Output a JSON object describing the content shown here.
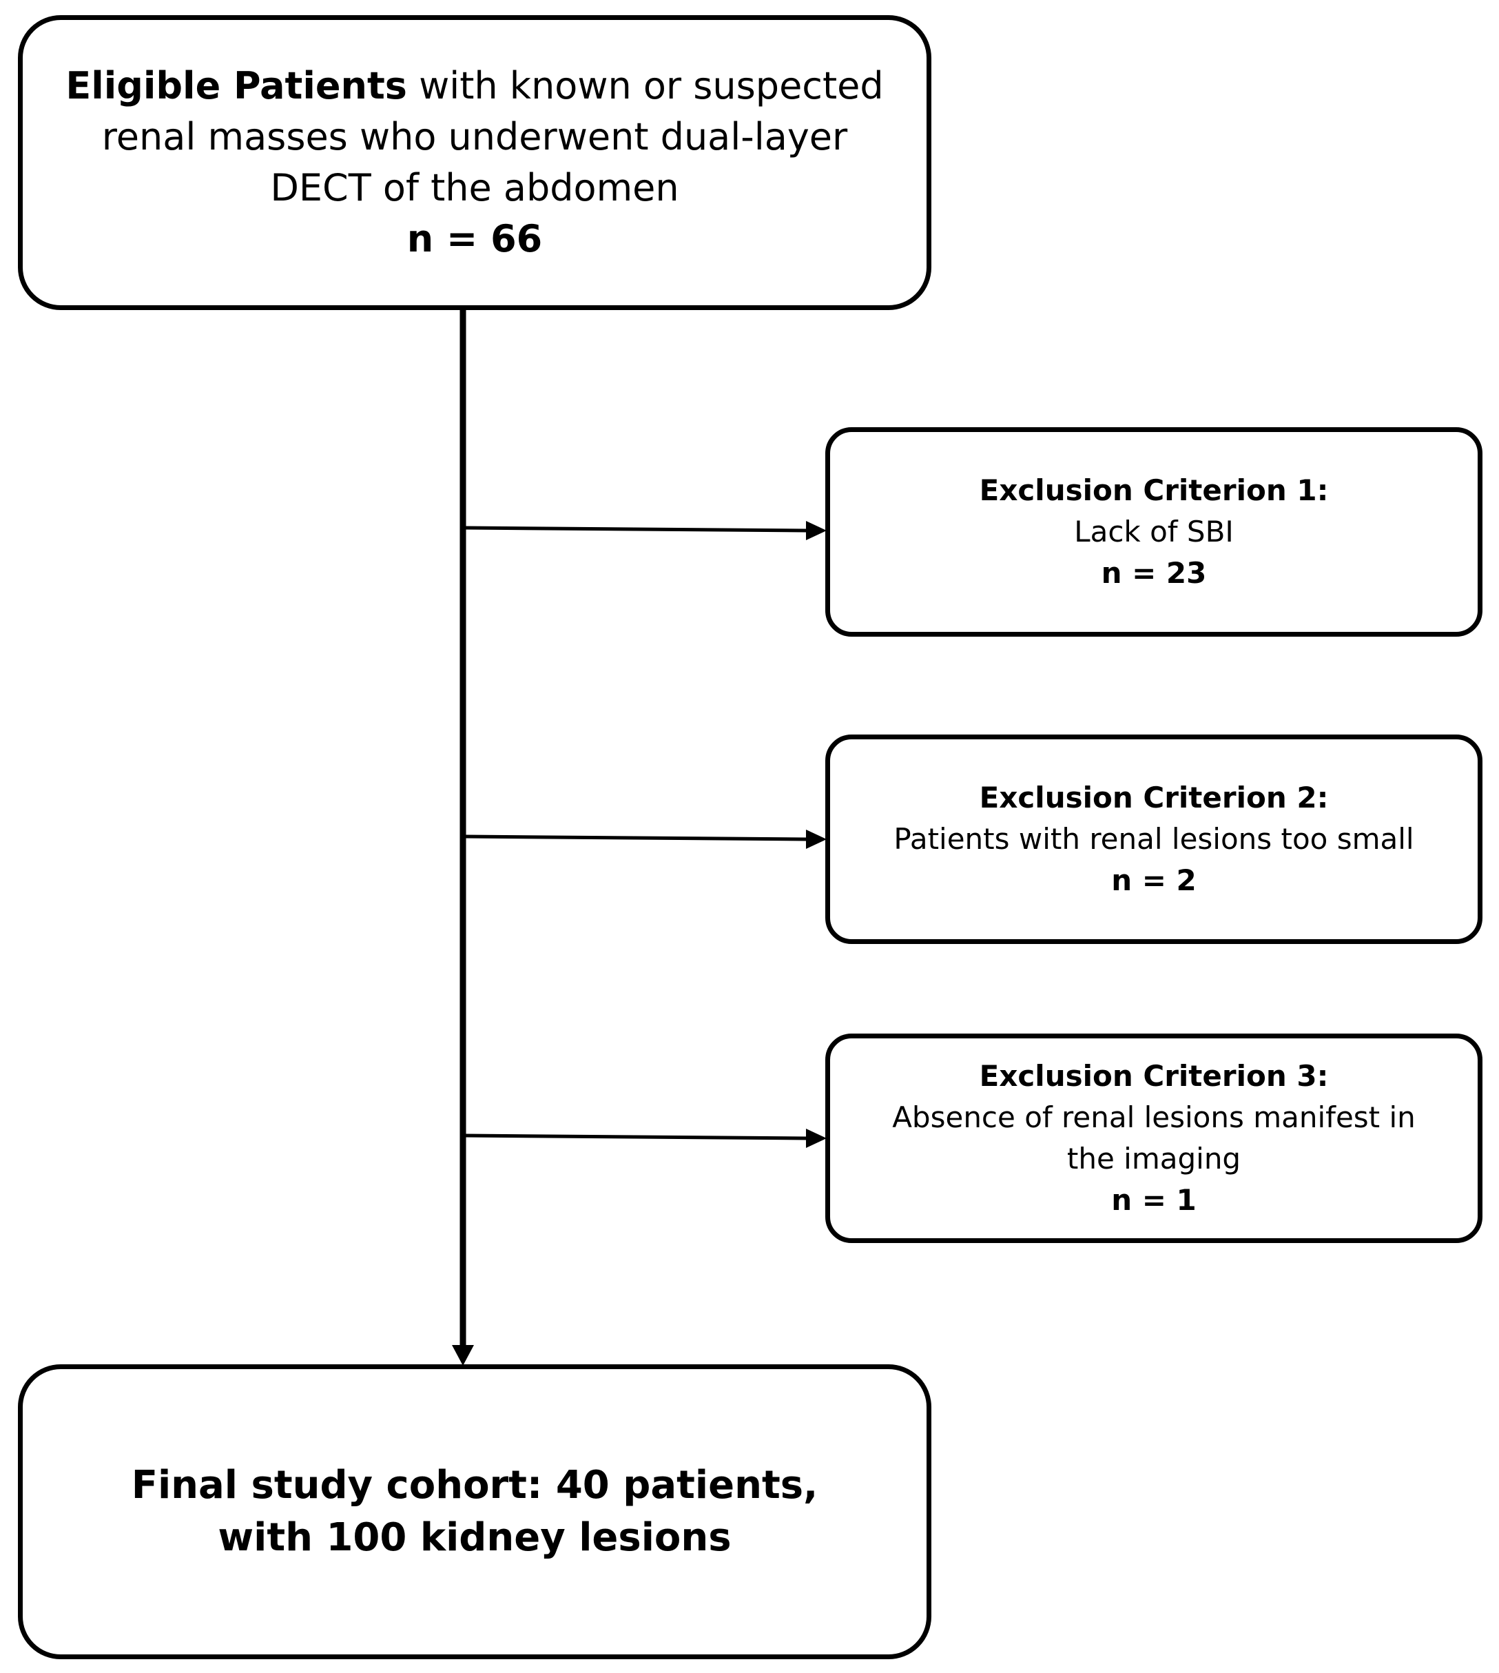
{
  "eligible": {
    "label_bold": "Eligible Patients",
    "label_rest": "with known or suspected renal masses who underwent dual-layer DECT of the abdomen",
    "count": "n = 66"
  },
  "exclusions": [
    {
      "title": "Exclusion Criterion 1:",
      "description": "Lack of SBI",
      "count": "n = 23"
    },
    {
      "title": "Exclusion Criterion 2:",
      "description": "Patients with renal lesions too small",
      "count": "n = 2"
    },
    {
      "title": "Exclusion Criterion 3:",
      "description": "Absence of renal lesions manifest in the imaging",
      "count": "n = 1"
    }
  ],
  "final": {
    "label": "Final study cohort: 40 patients, with 100 kidney lesions"
  }
}
